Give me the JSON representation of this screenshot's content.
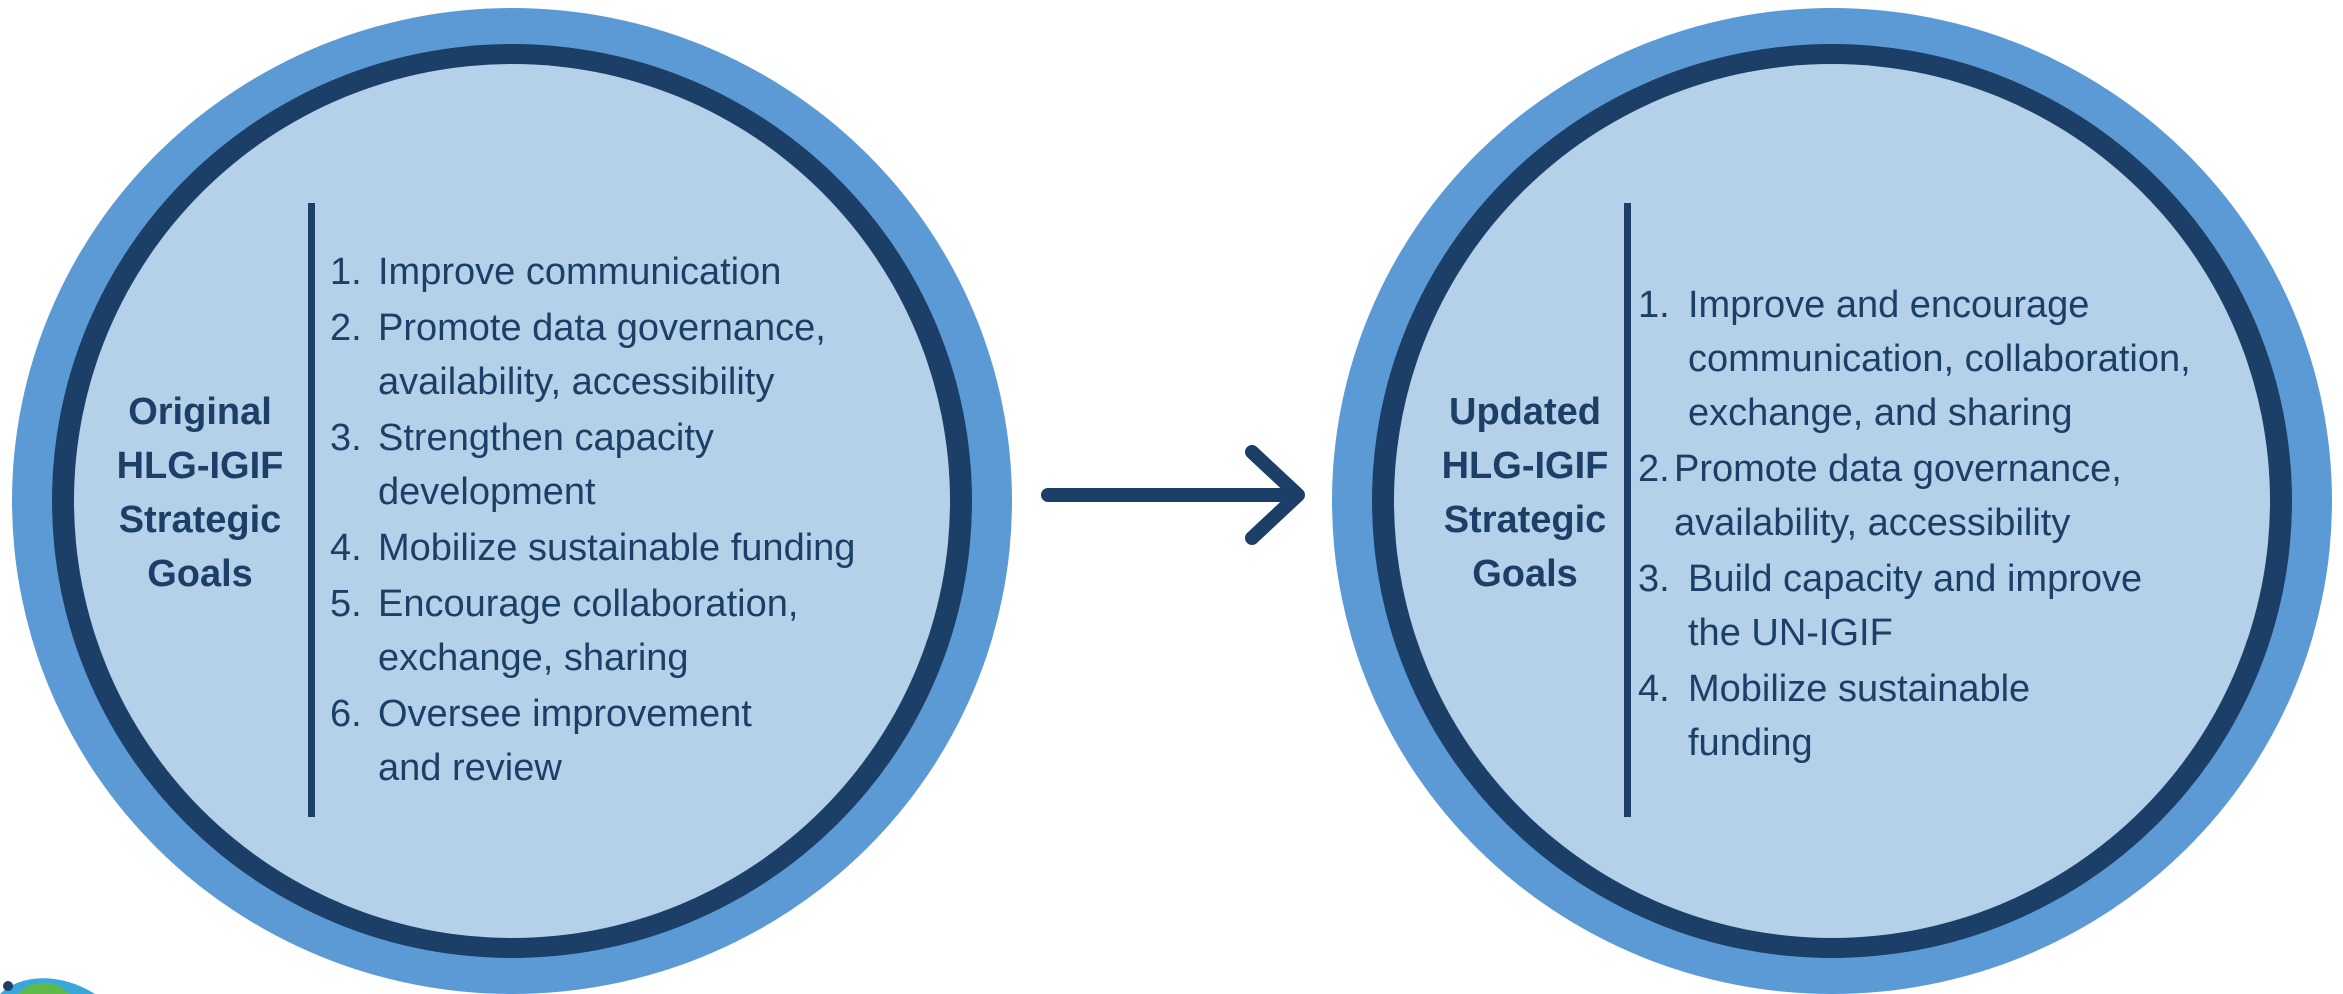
{
  "colors": {
    "ring": "#5c9ad6",
    "dark": "#1b3f66",
    "fill": "#b5d1ea"
  },
  "original": {
    "title": "Original\nHLG-IGIF\nStrategic\nGoals",
    "goals": [
      {
        "num": "1.",
        "text": "Improve communication"
      },
      {
        "num": "2.",
        "text": "Promote data governance,\navailability, accessibility"
      },
      {
        "num": "3.",
        "text": "Strengthen capacity\ndevelopment"
      },
      {
        "num": "4.",
        "text": "Mobilize sustainable funding"
      },
      {
        "num": "5.",
        "text": "Encourage collaboration,\nexchange, sharing"
      },
      {
        "num": "6.",
        "text": "Oversee improvement\nand review"
      }
    ]
  },
  "updated": {
    "title": "Updated\nHLG-IGIF\nStrategic\nGoals",
    "goals": [
      {
        "num": "1.",
        "text": "Improve and encourage\ncommunication, collaboration,\nexchange, and sharing"
      },
      {
        "num": "2.",
        "text": "Promote data governance,\navailability, accessibility"
      },
      {
        "num": "3.",
        "text": "Build capacity and improve\nthe UN-IGIF"
      },
      {
        "num": "4.",
        "text": "Mobilize sustainable\nfunding"
      }
    ]
  },
  "icons": {
    "arrow": "arrow-right-icon",
    "logo": "globe-logo-icon"
  }
}
